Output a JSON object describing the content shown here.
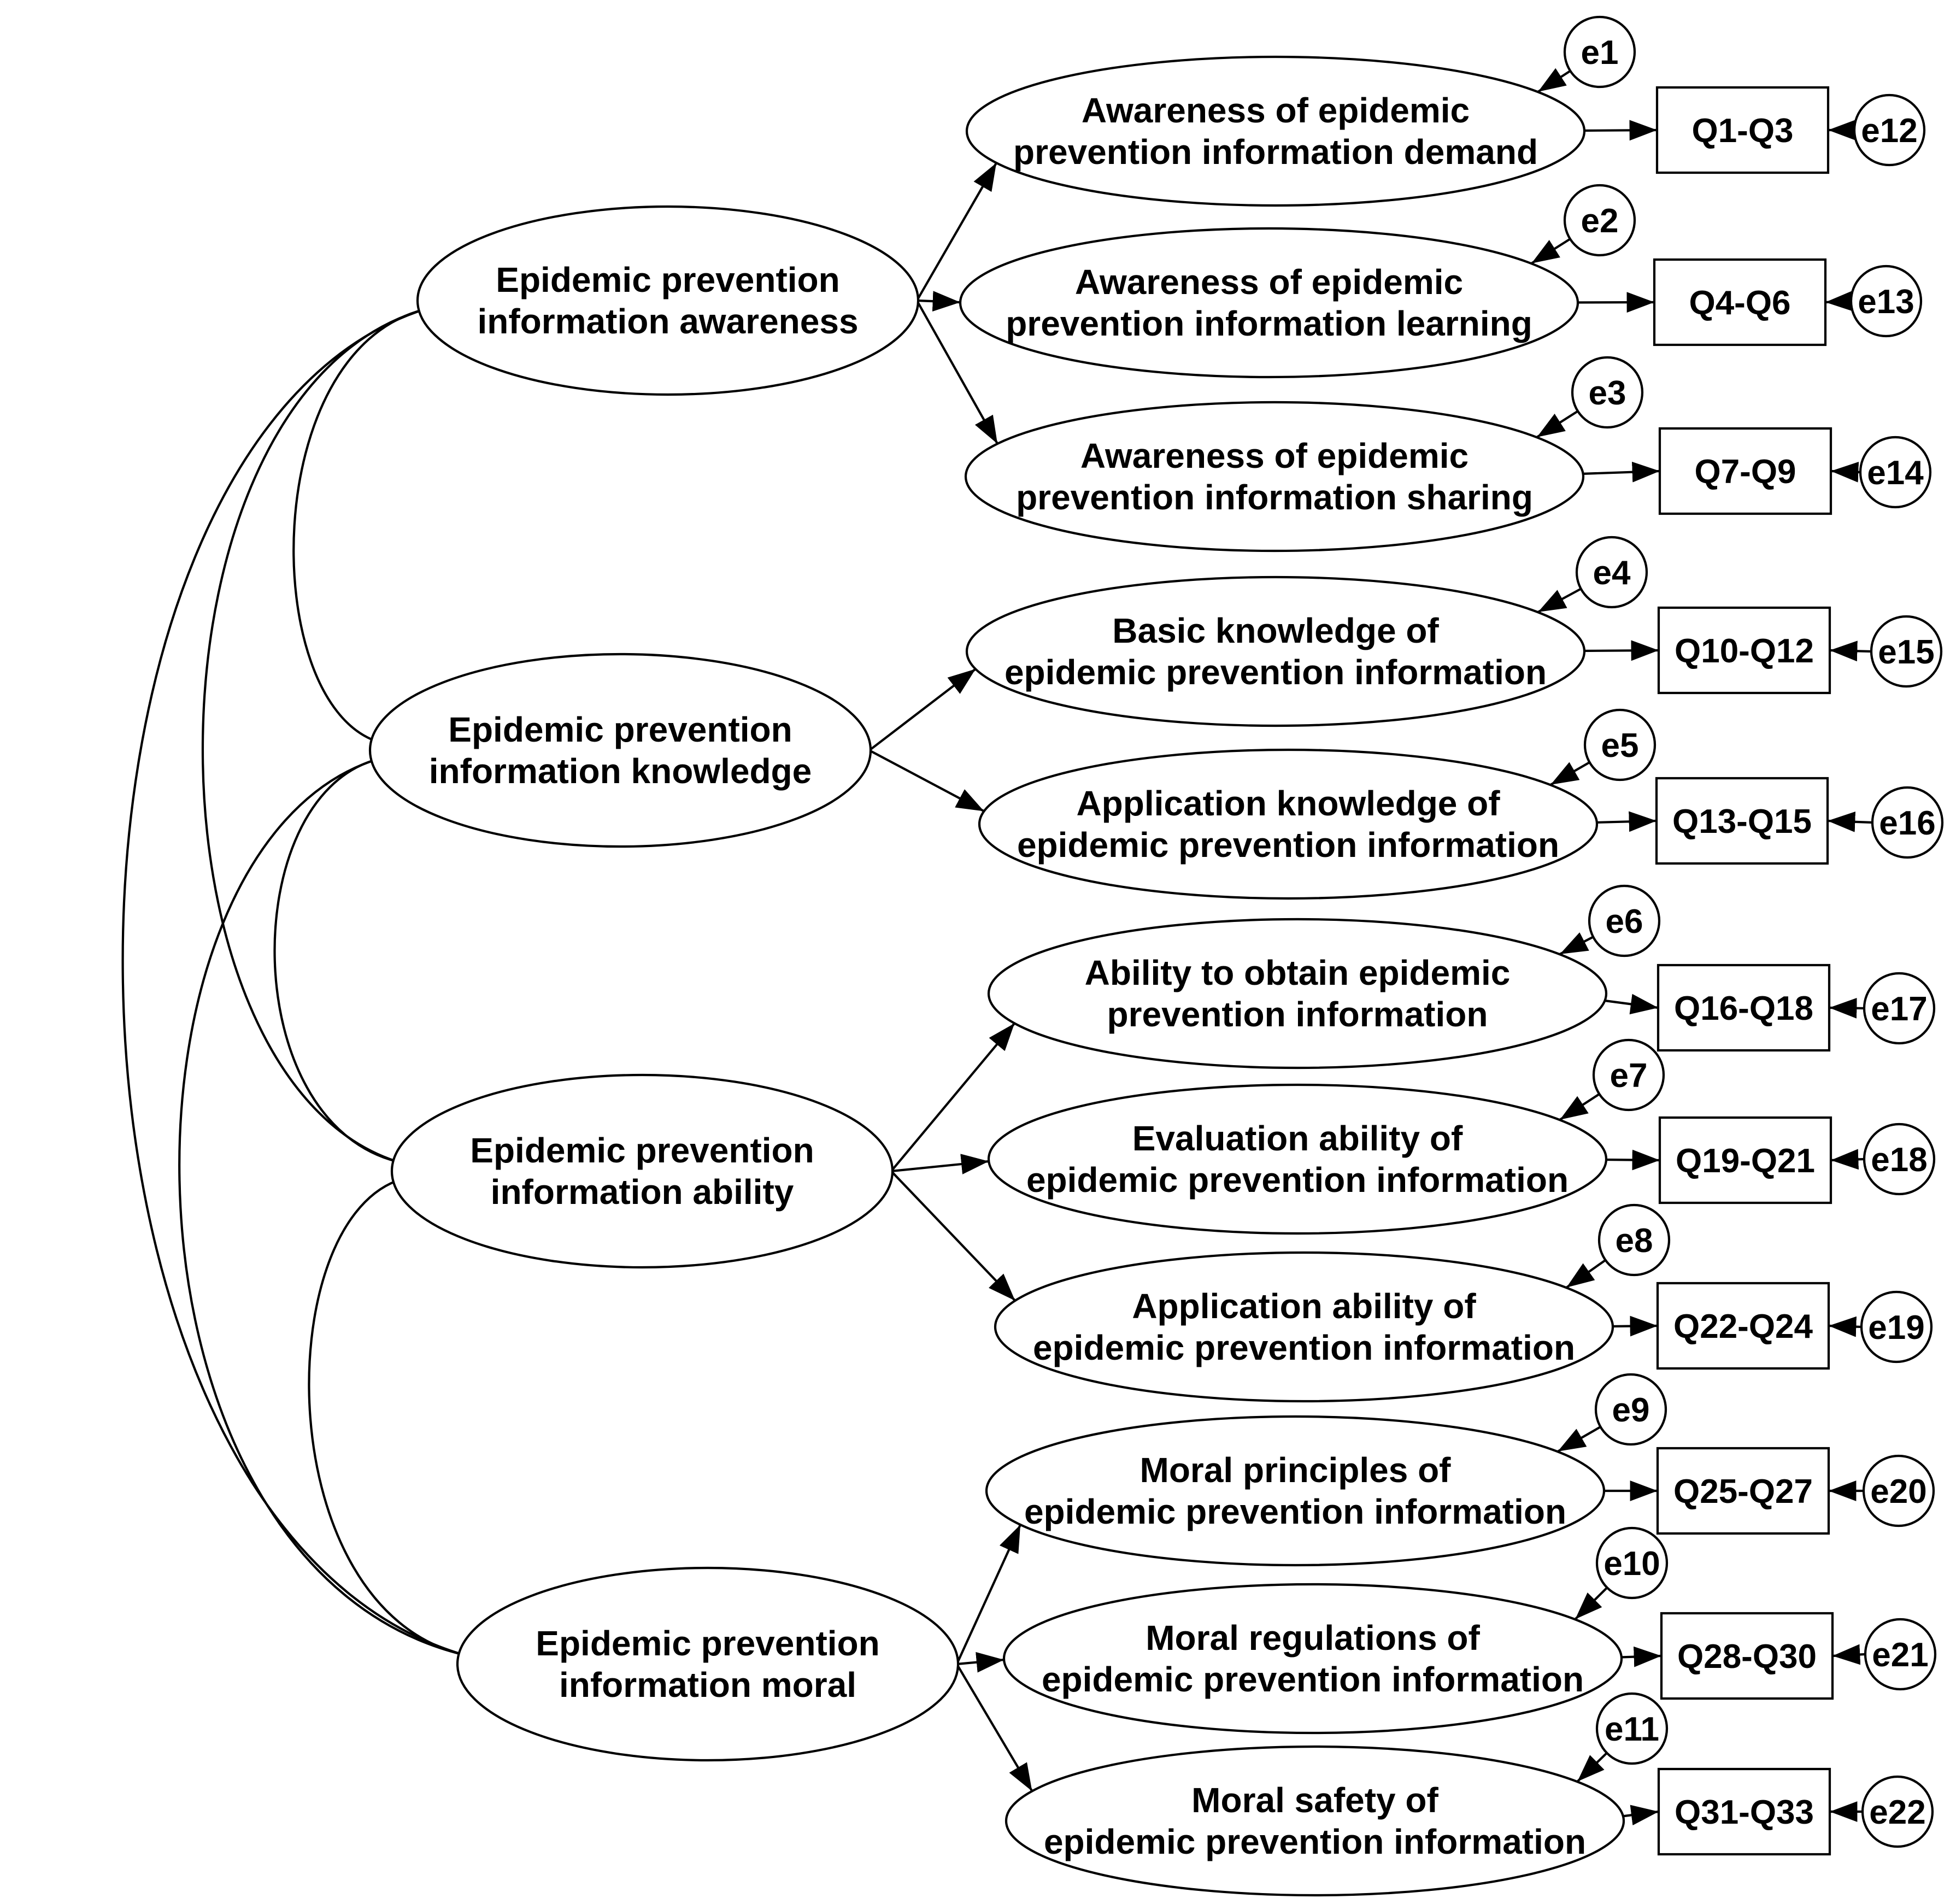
{
  "diagram": {
    "first_order": [
      {
        "id": "awareness",
        "lines": [
          "Epidemic prevention",
          "information awareness"
        ]
      },
      {
        "id": "knowledge",
        "lines": [
          "Epidemic prevention",
          "information knowledge"
        ]
      },
      {
        "id": "ability",
        "lines": [
          "Epidemic prevention",
          "information ability"
        ]
      },
      {
        "id": "moral",
        "lines": [
          "Epidemic prevention",
          "information moral"
        ]
      }
    ],
    "second_order": [
      {
        "id": "demand",
        "parent": "awareness",
        "lines": [
          "Awareness of epidemic",
          "prevention information demand"
        ],
        "error": "e1",
        "items": "Q1-Q3",
        "item_error": "e12"
      },
      {
        "id": "learning",
        "parent": "awareness",
        "lines": [
          "Awareness of epidemic",
          "prevention information learning"
        ],
        "error": "e2",
        "items": "Q4-Q6",
        "item_error": "e13"
      },
      {
        "id": "sharing",
        "parent": "awareness",
        "lines": [
          "Awareness of epidemic",
          "prevention information sharing"
        ],
        "error": "e3",
        "items": "Q7-Q9",
        "item_error": "e14"
      },
      {
        "id": "basic",
        "parent": "knowledge",
        "lines": [
          "Basic knowledge of",
          "epidemic prevention information"
        ],
        "error": "e4",
        "items": "Q10-Q12",
        "item_error": "e15"
      },
      {
        "id": "appknow",
        "parent": "knowledge",
        "lines": [
          "Application knowledge of",
          "epidemic prevention information"
        ],
        "error": "e5",
        "items": "Q13-Q15",
        "item_error": "e16"
      },
      {
        "id": "obtain",
        "parent": "ability",
        "lines": [
          "Ability to obtain epidemic",
          "prevention information"
        ],
        "error": "e6",
        "items": "Q16-Q18",
        "item_error": "e17"
      },
      {
        "id": "evaluation",
        "parent": "ability",
        "lines": [
          "Evaluation ability of",
          "epidemic prevention information"
        ],
        "error": "e7",
        "items": "Q19-Q21",
        "item_error": "e18"
      },
      {
        "id": "appability",
        "parent": "ability",
        "lines": [
          "Application ability of",
          "epidemic prevention information"
        ],
        "error": "e8",
        "items": "Q22-Q24",
        "item_error": "e19"
      },
      {
        "id": "principles",
        "parent": "moral",
        "lines": [
          "Moral principles of",
          "epidemic prevention information"
        ],
        "error": "e9",
        "items": "Q25-Q27",
        "item_error": "e20"
      },
      {
        "id": "regulations",
        "parent": "moral",
        "lines": [
          "Moral regulations of",
          "epidemic prevention information"
        ],
        "error": "e10",
        "items": "Q28-Q30",
        "item_error": "e21"
      },
      {
        "id": "safety",
        "parent": "moral",
        "lines": [
          "Moral safety of",
          "epidemic prevention information"
        ],
        "error": "e11",
        "items": "Q31-Q33",
        "item_error": "e22"
      }
    ],
    "correlations": [
      [
        "awareness",
        "knowledge"
      ],
      [
        "awareness",
        "ability"
      ],
      [
        "awareness",
        "moral"
      ],
      [
        "knowledge",
        "ability"
      ],
      [
        "knowledge",
        "moral"
      ],
      [
        "ability",
        "moral"
      ]
    ]
  }
}
